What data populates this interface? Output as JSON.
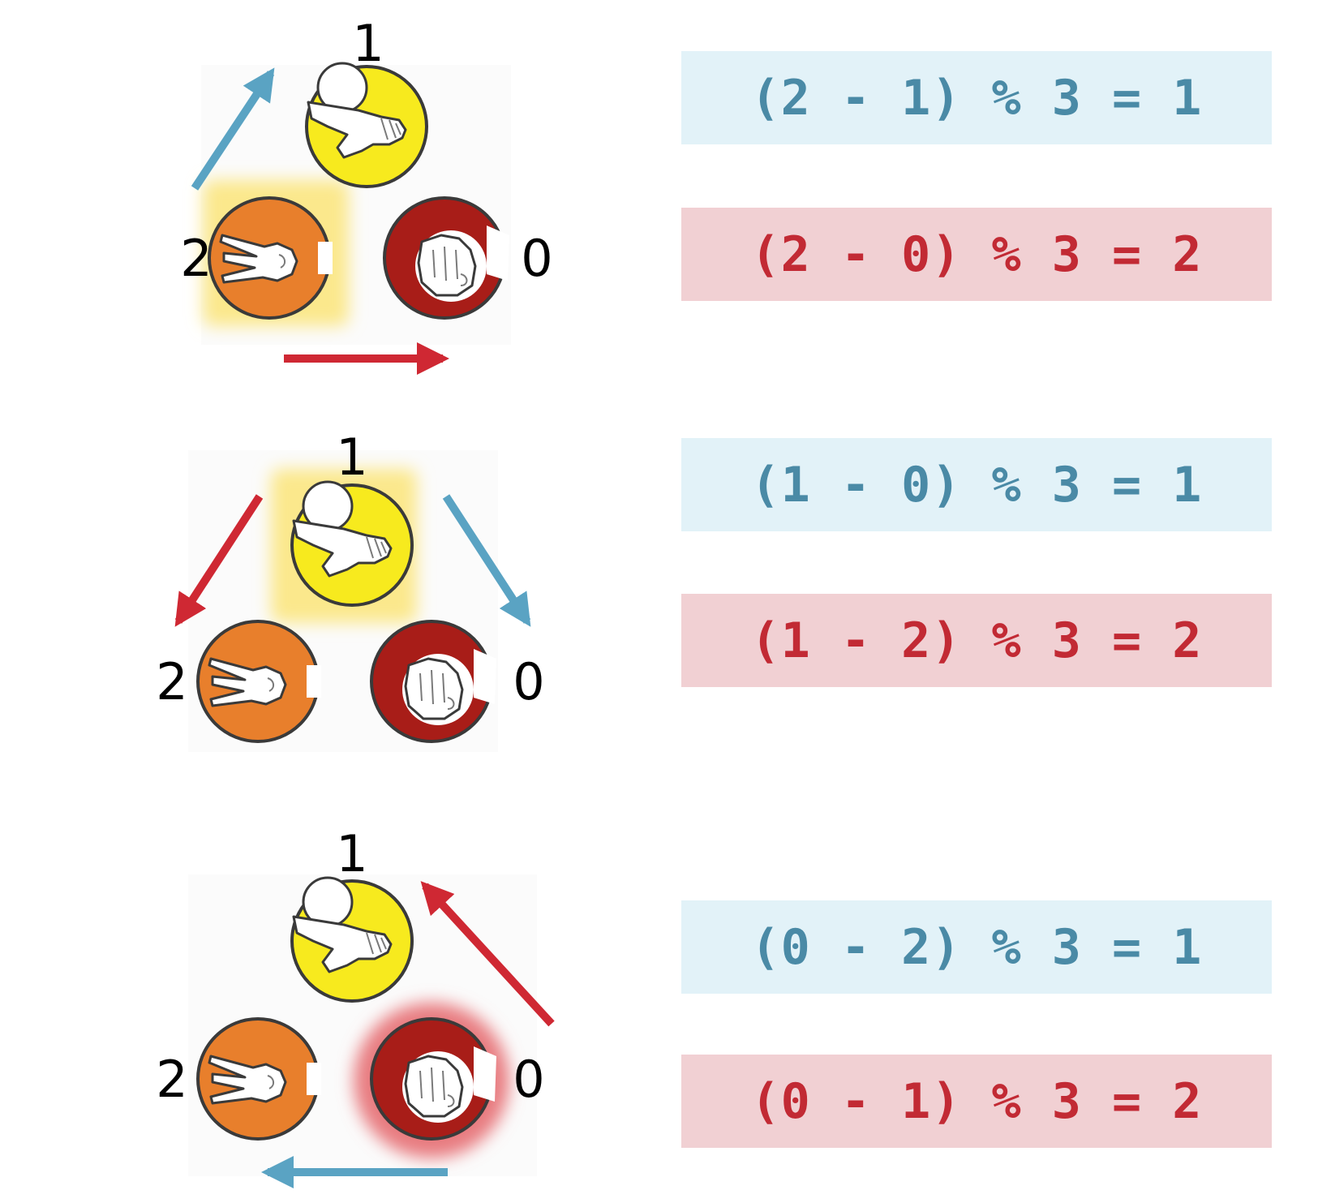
{
  "colors": {
    "blue_box_bg": "#e2f2f8",
    "red_box_bg": "#f1d0d3",
    "blue_arrow": "#5aa3c3",
    "red_arrow": "#cf2833",
    "yellow_paper": "#f7ea1e",
    "orange_scissors": "#e87f2c",
    "darkred_rock": "#a81d18",
    "yellow_highlight": "#fbe88c",
    "red_highlight": "#e87b80"
  },
  "icons": {
    "paper": "paper-hand-icon",
    "scissors": "scissors-hand-icon",
    "rock": "rock-fist-icon"
  },
  "panels": [
    {
      "labels": {
        "top": "1",
        "left": "2",
        "right": "0"
      },
      "equations": {
        "blue": "(2 - 1) % 3 = 1",
        "red": "(2 - 0) % 3 = 2"
      }
    },
    {
      "labels": {
        "top": "1",
        "left": "2",
        "right": "0"
      },
      "equations": {
        "blue": "(1 - 0) % 3 = 1",
        "red": "(1 - 2) % 3 = 2"
      }
    },
    {
      "labels": {
        "top": "1",
        "left": "2",
        "right": "0"
      },
      "equations": {
        "blue": "(0 - 2) % 3 = 1",
        "red": "(0 - 1) % 3 = 2"
      }
    }
  ]
}
